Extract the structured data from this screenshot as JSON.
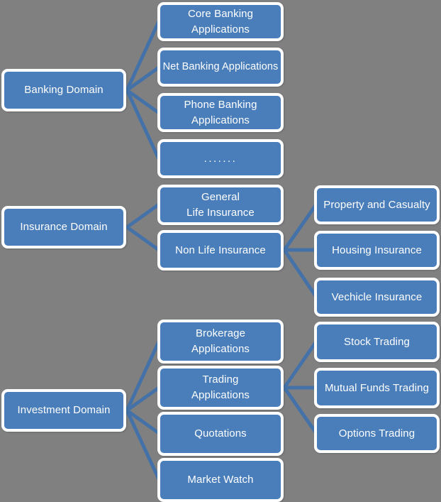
{
  "colors": {
    "background": "#808080",
    "node_fill": "#4a7ebb",
    "node_border": "#ffffff",
    "node_text": "#ffffff",
    "connector": "#4472a8"
  },
  "diagram": {
    "type": "tree",
    "roots": [
      {
        "id": "banking",
        "label": "Banking Domain",
        "children": [
          {
            "id": "core-banking",
            "lines": [
              "Core Banking",
              "Applications"
            ]
          },
          {
            "id": "net-banking",
            "lines": [
              "Net Banking Applications"
            ]
          },
          {
            "id": "phone-banking",
            "lines": [
              "Phone Banking",
              "Applications"
            ]
          },
          {
            "id": "banking-more",
            "lines": [
              "......."
            ]
          }
        ]
      },
      {
        "id": "insurance",
        "label": "Insurance Domain",
        "children": [
          {
            "id": "general-life",
            "lines": [
              "General",
              "Life Insurance"
            ]
          },
          {
            "id": "non-life",
            "lines": [
              "Non Life Insurance"
            ],
            "children": [
              {
                "id": "property-casualty",
                "lines": [
                  "Property and Casualty"
                ]
              },
              {
                "id": "housing-insurance",
                "lines": [
                  "Housing Insurance"
                ]
              },
              {
                "id": "vechicle-insurance",
                "lines": [
                  "Vechicle Insurance"
                ]
              }
            ]
          }
        ]
      },
      {
        "id": "investment",
        "label": "Investment Domain",
        "children": [
          {
            "id": "brokerage",
            "lines": [
              "Brokerage",
              "Applications"
            ]
          },
          {
            "id": "trading",
            "lines": [
              "Trading",
              "Applications"
            ],
            "children": [
              {
                "id": "stock-trading",
                "lines": [
                  "Stock Trading"
                ]
              },
              {
                "id": "mutual-funds-trading",
                "lines": [
                  "Mutual Funds Trading"
                ]
              },
              {
                "id": "options-trading",
                "lines": [
                  "Options Trading"
                ]
              }
            ]
          },
          {
            "id": "quotations",
            "lines": [
              "Quotations"
            ]
          },
          {
            "id": "market-watch",
            "lines": [
              "Market Watch"
            ]
          }
        ]
      }
    ]
  },
  "nodes": {
    "banking": {
      "label": "Banking Domain"
    },
    "core_banking_l1": {
      "text": "Core Banking"
    },
    "core_banking_l2": {
      "text": "Applications"
    },
    "net_banking": {
      "text": "Net Banking Applications"
    },
    "phone_banking_l1": {
      "text": "Phone Banking"
    },
    "phone_banking_l2": {
      "text": "Applications"
    },
    "banking_more": {
      "text": "......."
    },
    "insurance": {
      "label": "Insurance Domain"
    },
    "general_life_l1": {
      "text": "General"
    },
    "general_life_l2": {
      "text": "Life Insurance"
    },
    "non_life": {
      "text": "Non Life Insurance"
    },
    "property_casualty": {
      "text": "Property and Casualty"
    },
    "housing_insurance": {
      "text": "Housing Insurance"
    },
    "vechicle_insurance": {
      "text": "Vechicle Insurance"
    },
    "investment": {
      "label": "Investment Domain"
    },
    "brokerage_l1": {
      "text": "Brokerage"
    },
    "brokerage_l2": {
      "text": "Applications"
    },
    "trading_l1": {
      "text": "Trading"
    },
    "trading_l2": {
      "text": "Applications"
    },
    "quotations": {
      "text": "Quotations"
    },
    "market_watch": {
      "text": "Market Watch"
    },
    "stock_trading": {
      "text": "Stock Trading"
    },
    "mutual_funds": {
      "text": "Mutual Funds Trading"
    },
    "options_trading": {
      "text": "Options Trading"
    }
  }
}
